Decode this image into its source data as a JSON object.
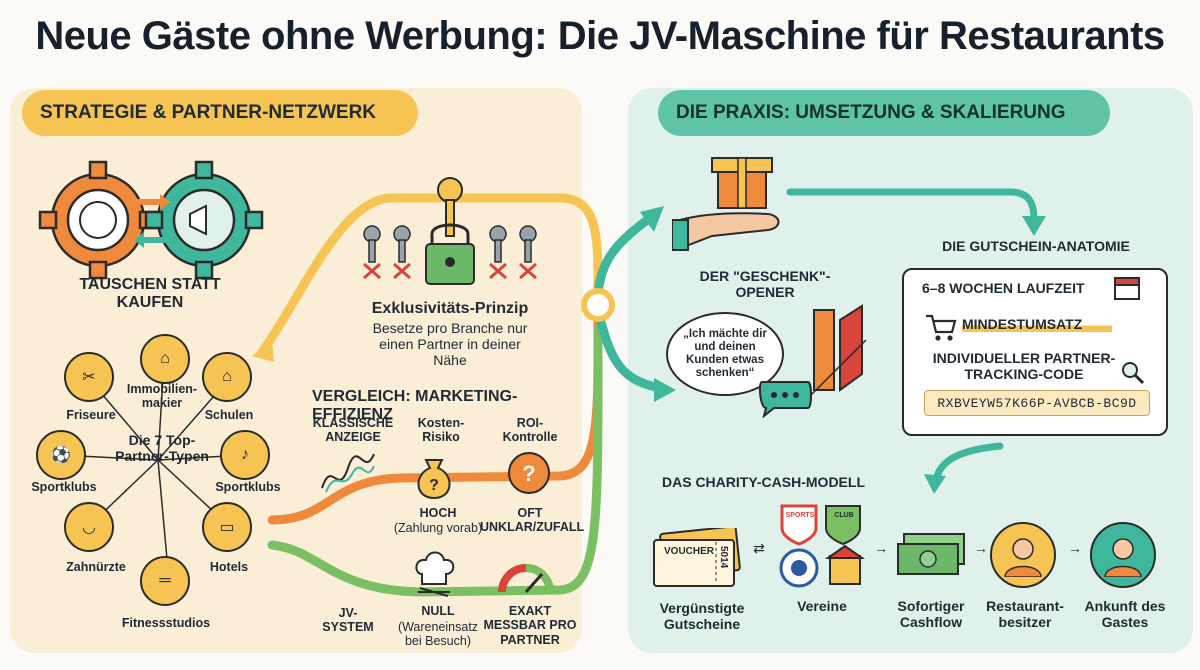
{
  "title": "Neue Gäste ohne Werbung: Die JV-Maschine für Restaurants",
  "sections": {
    "left": "STRATEGIE & PARTNER-NETZWERK",
    "right": "DIE PRAXIS: UMSETZUNG & SKALIERUNG"
  },
  "swap": {
    "label": "TAUSCHEN STATT KAUFEN"
  },
  "exclusivity": {
    "title": "Exklusivitäts-Prinzip",
    "text": "Besetze pro Branche nur einen Partner in deiner Nähe"
  },
  "partners": {
    "center": "Die 7 Top-Partner-Typen",
    "items": [
      "Friseure",
      "Immobilien-makier",
      "Schulen",
      "Sportklubs",
      "Sportklubs",
      "Zahnürzte",
      "Hotels",
      "Fitnessstudios"
    ]
  },
  "comparison": {
    "title": "VERGLEICH: MARKETING-EFFIZIENZ",
    "col_classic": "KLASSISCHE ANZEIGE",
    "col_cost": "Kosten-Risiko",
    "col_roi": "ROI-Kontrolle",
    "classic_cost": "HOCH",
    "classic_cost_note": "(Zahlung vorab)",
    "classic_roi": "OFT UNKLAR/ZUFALL",
    "jv_label": "JV-SYSTEM",
    "jv_cost": "NULL",
    "jv_cost_note": "(Wareneinsatz bei Besuch)",
    "jv_roi": "EXAKT MESSBAR PRO PARTNER"
  },
  "gift": {
    "label": "DER \"GESCHENK\"-OPENER",
    "quote": "„Ich mächte dir und deinen Kunden etwas schenken“"
  },
  "voucher_anatomy": {
    "title": "DIE GUTSCHEIN-ANATOMIE",
    "duration": "6–8 WOCHEN LAUFZEIT",
    "min_spend": "MINDESTUMSATZ",
    "tracking": "INDIVIDUELLER PARTNER-TRACKING-CODE",
    "code": "RXBVEYW57K66P-AVBCB-BC9D"
  },
  "charity": {
    "title": "DAS CHARITY-CASH-MODELL",
    "voucher_word": "VOUCHER",
    "voucher_num": "5014",
    "badge_1": "SPORTS",
    "badge_2": "CLUB",
    "steps": [
      "Vergünstigte Gutscheine",
      "Vereine",
      "Sofortiger Cashflow",
      "Restaurant-besitzer",
      "Ankunft des Gastes"
    ]
  },
  "colors": {
    "orange": "#ef8a3c",
    "teal": "#3fb79c",
    "yellow": "#f6c453",
    "green": "#7ac063",
    "red": "#d9443b"
  }
}
